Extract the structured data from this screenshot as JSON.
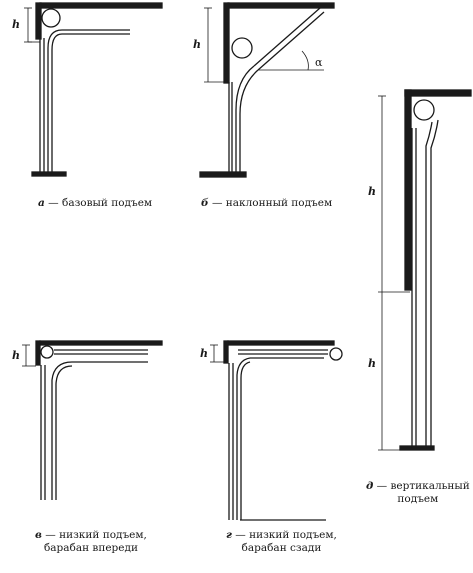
{
  "panels": {
    "a": {
      "letter": "а",
      "caption": "— базовый подъем",
      "h_label": "h"
    },
    "b": {
      "letter": "б",
      "caption": "— наклонный подъем",
      "h_label": "h",
      "angle_label": "α"
    },
    "v": {
      "letter": "в",
      "caption_line1": "— низкий подъем,",
      "caption_line2": "барабан впереди",
      "h_label": "h"
    },
    "g": {
      "letter": "г",
      "caption_line1": "— низкий подъем,",
      "caption_line2": "барабан сзади",
      "h_label": "h"
    },
    "d": {
      "letter": "д",
      "caption_line1": "— вертикальный",
      "caption_line2": "подъем",
      "h_label_upper": "h",
      "h_label_lower": "h"
    }
  }
}
